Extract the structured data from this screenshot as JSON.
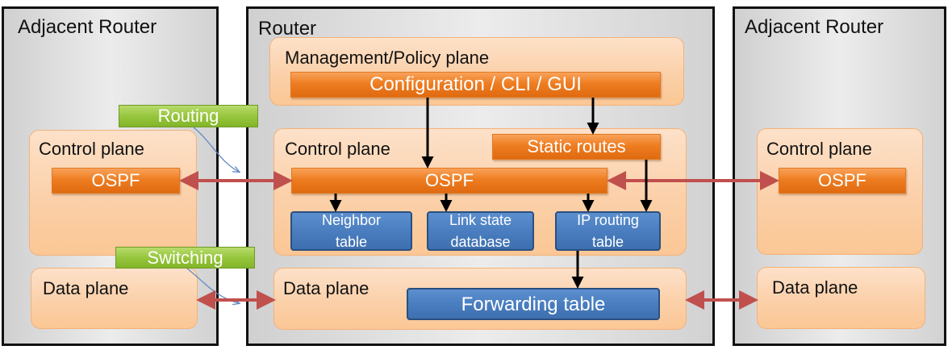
{
  "left_router": {
    "title": "Adjacent Router",
    "control_plane": {
      "title": "Control plane",
      "protocol": "OSPF"
    },
    "data_plane": {
      "title": "Data plane"
    }
  },
  "router": {
    "title": "Router",
    "management_plane": {
      "title": "Management/Policy plane",
      "config_bar": "Configuration / CLI / GUI"
    },
    "control_plane": {
      "title": "Control plane",
      "static_routes": "Static routes",
      "protocol": "OSPF",
      "tables": [
        {
          "line1": "Neighbor",
          "line2": "table"
        },
        {
          "line1": "Link state",
          "line2": "database"
        },
        {
          "line1": "IP routing",
          "line2": "table"
        }
      ]
    },
    "data_plane": {
      "title": "Data plane",
      "forwarding_table": "Forwarding table"
    }
  },
  "right_router": {
    "title": "Adjacent Router",
    "control_plane": {
      "title": "Control plane",
      "protocol": "OSPF"
    },
    "data_plane": {
      "title": "Data plane"
    }
  },
  "labels": {
    "routing": "Routing",
    "switching": "Switching"
  },
  "colors": {
    "exchange_arrow": "#c0504d",
    "flow_arrow": "#000000",
    "orange_bar": "#ee7d22",
    "blue_box": "#4a7ec0",
    "green_tag": "#94c43a"
  }
}
